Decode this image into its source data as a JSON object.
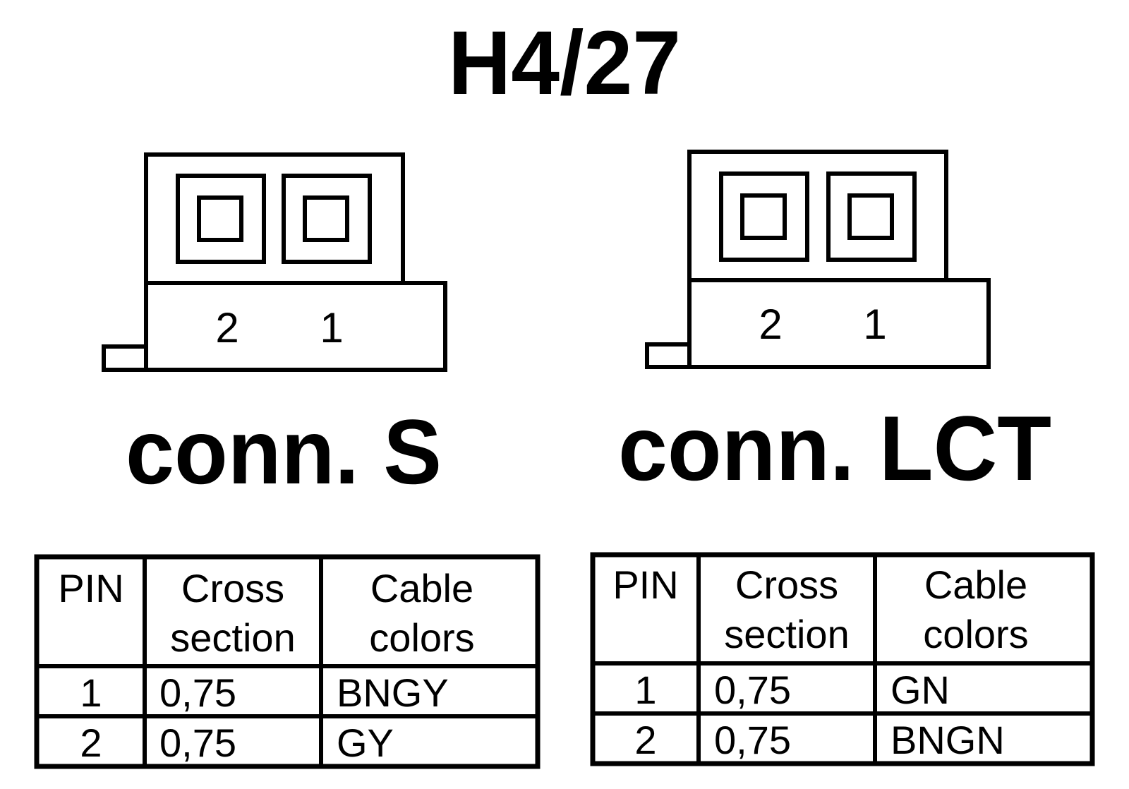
{
  "title": "H4/27",
  "connectors": [
    {
      "name": "conn. S",
      "pin_labels": [
        "2",
        "1"
      ],
      "table": {
        "headers": [
          [
            "PIN"
          ],
          [
            "Cross",
            "section"
          ],
          [
            "Cable",
            "colors"
          ]
        ],
        "rows": [
          [
            "1",
            "0,75",
            "BNGY"
          ],
          [
            "2",
            "0,75",
            "GY"
          ]
        ]
      }
    },
    {
      "name": "conn. LCT",
      "pin_labels": [
        "2",
        "1"
      ],
      "table": {
        "headers": [
          [
            "PIN"
          ],
          [
            "Cross",
            "section"
          ],
          [
            "Cable",
            "colors"
          ]
        ],
        "rows": [
          [
            "1",
            "0,75",
            "GN"
          ],
          [
            "2",
            "0,75",
            "BNGN"
          ]
        ]
      }
    }
  ]
}
